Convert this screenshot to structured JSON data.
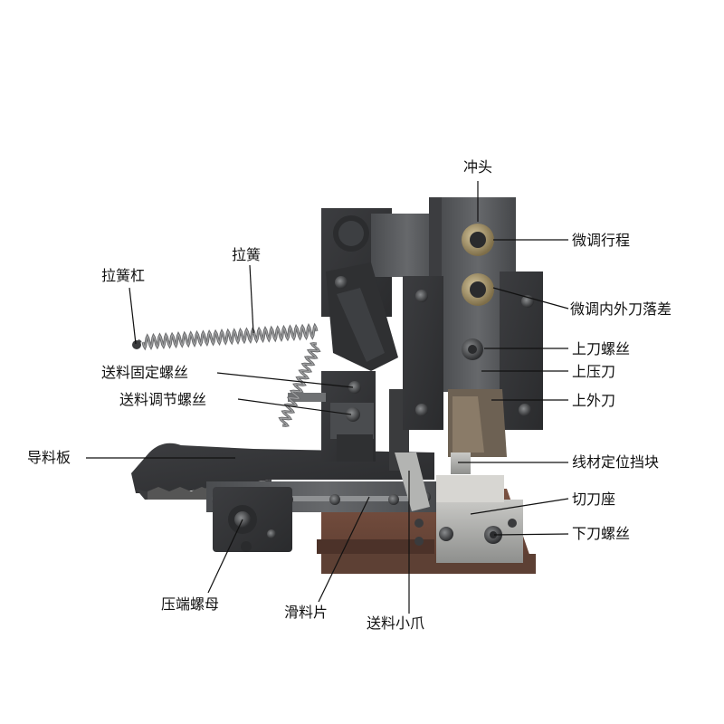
{
  "figure": {
    "type": "labeled photograph of a wire crimping die (applicator)",
    "labels": {
      "punch": "冲头",
      "stroke_fine_tune": "微调行程",
      "pull_spring_rod": "拉簧杠",
      "pull_spring": "拉簧",
      "fine_tune_inner_outer_blade_offset": "微调内外刀落差",
      "upper_blade_screw": "上刀螺丝",
      "feed_fixing_screw": "送料固定螺丝",
      "upper_press_blade": "上压刀",
      "feed_adjust_screw": "送料调节螺丝",
      "upper_outer_blade": "上外刀",
      "guide_plate": "导料板",
      "wire_locating_stop": "线材定位挡块",
      "cutter_seat": "切刀座",
      "lower_blade_screw": "下刀螺丝",
      "crimp_nut": "压端螺母",
      "slide_plate": "滑料片",
      "feed_claw": "送料小爪"
    },
    "colors": {
      "dark_steel": "#3a3b3d",
      "steel": "#5c5e61",
      "bright_steel": "#a9aaa9",
      "rust_base": "#6e4a3a",
      "leader_line": "#111111"
    }
  }
}
